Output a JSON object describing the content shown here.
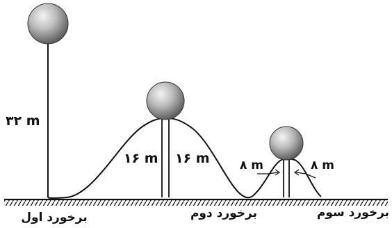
{
  "labels": {
    "height_drop": "۳۲ m",
    "height_second_left": "۱۶ m",
    "height_second_right": "۱۶ m",
    "height_third_left": "۸ m",
    "height_third_right": "۸ m",
    "impact_first": "برخورد اول",
    "impact_second": "برخورد دوم",
    "impact_third": "برخورد سوم"
  },
  "colors": {
    "ink": "#111111",
    "ball_light": "#f2f2f2",
    "ball_mid": "#b5b5b5",
    "ball_dark": "#5e5e5e"
  }
}
